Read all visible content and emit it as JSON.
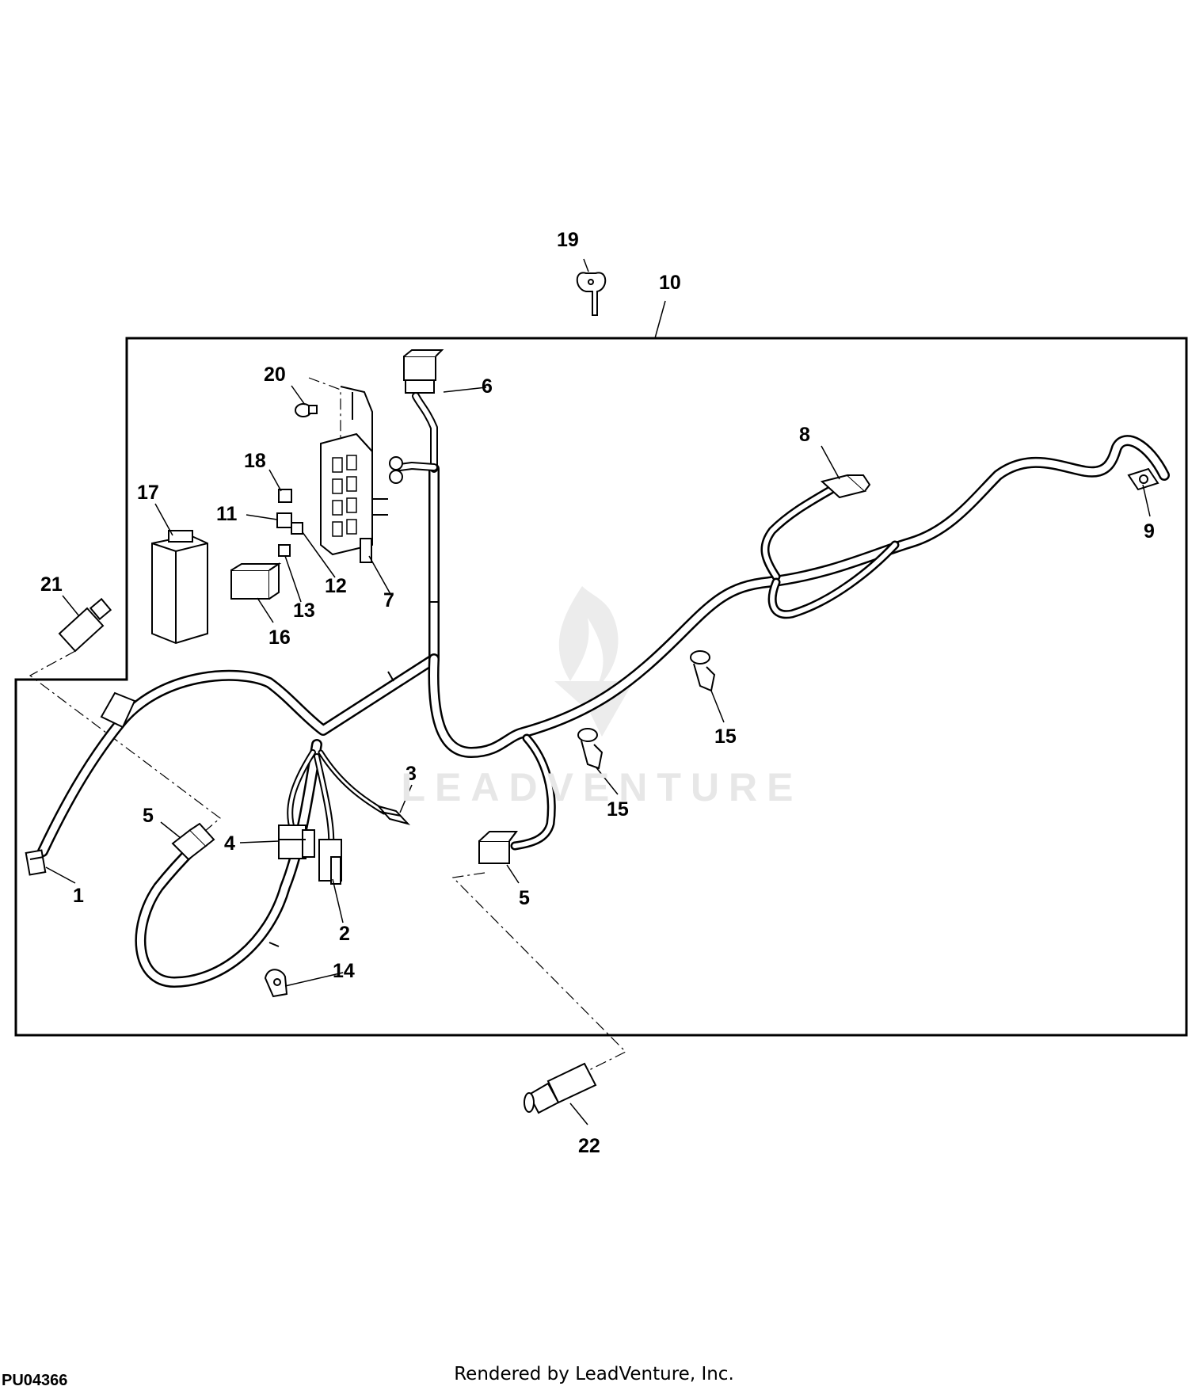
{
  "diagram": {
    "drawing_id": "PU04366",
    "footer_text": "Rendered by LeadVenture, Inc.",
    "watermark_text": "LEADVENTURE",
    "callouts": {
      "c1": "1",
      "c2": "2",
      "c3": "3",
      "c4": "4",
      "c5a": "5",
      "c5b": "5",
      "c6": "6",
      "c7": "7",
      "c8": "8",
      "c9": "9",
      "c10": "10",
      "c11": "11",
      "c12": "12",
      "c13": "13",
      "c14": "14",
      "c15a": "15",
      "c15b": "15",
      "c16": "16",
      "c17": "17",
      "c18": "18",
      "c19": "19",
      "c20": "20",
      "c21": "21",
      "c22": "22"
    }
  }
}
